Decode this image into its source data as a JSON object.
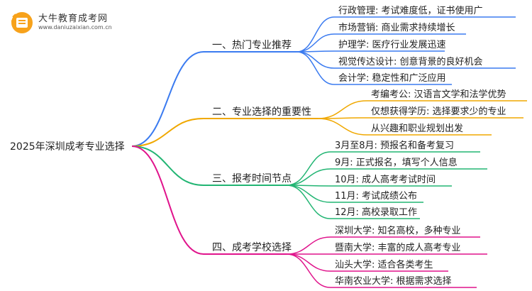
{
  "logo": {
    "title": "大牛教育成考网",
    "url": "www.daniuzaixian.com.cn"
  },
  "root": "2025年深圳成考专业选择",
  "branches": [
    {
      "label": "一、热门专业推荐",
      "color": "#3b7bf0",
      "leaves": [
        "行政管理: 考试难度低，证书使用广",
        "市场营销: 商业需求持续增长",
        "护理学: 医疗行业发展迅速",
        "视觉传达设计: 创意背景的良好机会",
        "会计学: 稳定性和广泛应用"
      ]
    },
    {
      "label": "二、专业选择的重要性",
      "color": "#f0a800",
      "leaves": [
        "考编考公: 汉语言文学和法学优势",
        "仅想获得学历: 选择要求少的专业",
        "从兴趣和职业规划出发"
      ]
    },
    {
      "label": "三、报考时间节点",
      "color": "#22b573",
      "leaves": [
        "3月至8月: 预报名和备考复习",
        "9月: 正式报名，填写个人信息",
        "10月: 成人高考考试时间",
        "11月: 考试成绩公布",
        "12月: 高校录取工作"
      ]
    },
    {
      "label": "四、成考学校选择",
      "color": "#e0148c",
      "leaves": [
        "深圳大学: 知名高校，多种专业",
        "暨南大学: 丰富的成人高考专业",
        "汕头大学: 适合各类考生",
        "华南农业大学: 根据需求选择"
      ]
    }
  ]
}
